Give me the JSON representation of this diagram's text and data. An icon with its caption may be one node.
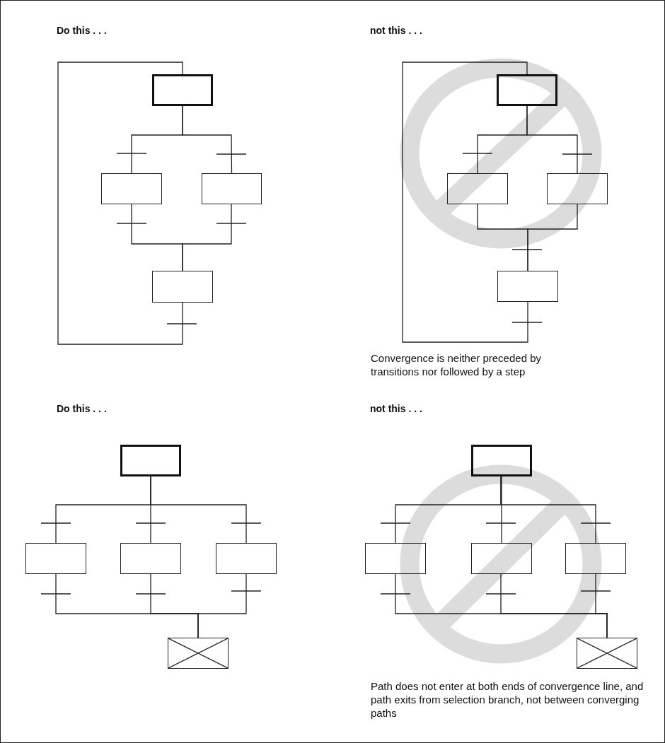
{
  "diagram": {
    "nodes": [
      {
        "text": [],
        "shape": "box"
      },
      {
        "text": [],
        "shape": "box"
      },
      {
        "text": [],
        "shape": "box"
      },
      {
        "text": [],
        "shape": "box"
      },
      {
        "text": [],
        "shape": "box"
      },
      {
        "text": [],
        "shape": "box"
      },
      {
        "text": [],
        "shape": "box"
      },
      {
        "text": [],
        "shape": "box"
      },
      {
        "text": [],
        "shape": "box"
      },
      {
        "text": [],
        "shape": "box"
      },
      {
        "text": [],
        "shape": "box"
      },
      {
        "text": [],
        "shape": "box"
      },
      {
        "text": [],
        "shape": "box"
      },
      {
        "text": [],
        "shape": "box"
      },
      {
        "text": [],
        "shape": "box"
      },
      {
        "text": [],
        "shape": "box"
      },
      {
        "text": [],
        "shape": "box"
      },
      {
        "text": [],
        "shape": "box"
      }
    ],
    "edges": [
      {
        "from": 3,
        "to": 0,
        "arrow": "none"
      },
      {
        "from": 0,
        "to": 1,
        "arrow": "none"
      },
      {
        "from": 0,
        "to": 2,
        "arrow": "none"
      },
      {
        "from": 1,
        "to": 3,
        "arrow": "none"
      },
      {
        "from": 2,
        "to": 3,
        "arrow": "none"
      },
      {
        "from": 7,
        "to": 4,
        "arrow": "none"
      },
      {
        "from": 4,
        "to": 5,
        "arrow": "none"
      },
      {
        "from": 4,
        "to": 6,
        "arrow": "none"
      },
      {
        "from": 5,
        "to": 7,
        "arrow": "none"
      },
      {
        "from": 6,
        "to": 7,
        "arrow": "none"
      },
      {
        "from": 8,
        "to": 9,
        "arrow": "none"
      },
      {
        "from": 8,
        "to": 10,
        "arrow": "none"
      },
      {
        "from": 8,
        "to": 11,
        "arrow": "none"
      },
      {
        "from": 9,
        "to": 12,
        "arrow": "none"
      },
      {
        "from": 10,
        "to": 12,
        "arrow": "none"
      },
      {
        "from": 11,
        "to": 12,
        "arrow": "none"
      },
      {
        "from": 13,
        "to": 14,
        "arrow": "none"
      },
      {
        "from": 13,
        "to": 15,
        "arrow": "none"
      },
      {
        "from": 13,
        "to": 16,
        "arrow": "none"
      },
      {
        "from": 14,
        "to": 17,
        "arrow": "none"
      },
      {
        "from": 15,
        "to": 17,
        "arrow": "none"
      },
      {
        "from": 16,
        "to": 17,
        "arrow": "none"
      }
    ],
    "labels": [
      "Do this . . .",
      "not this . . .",
      "Convergence is neither preceded by transitions nor followed by a step",
      "Do this . . .",
      "not this . . .",
      "Path does not enter at both ends of convergence line, and path exits from selection branch, not between converging paths"
    ]
  }
}
